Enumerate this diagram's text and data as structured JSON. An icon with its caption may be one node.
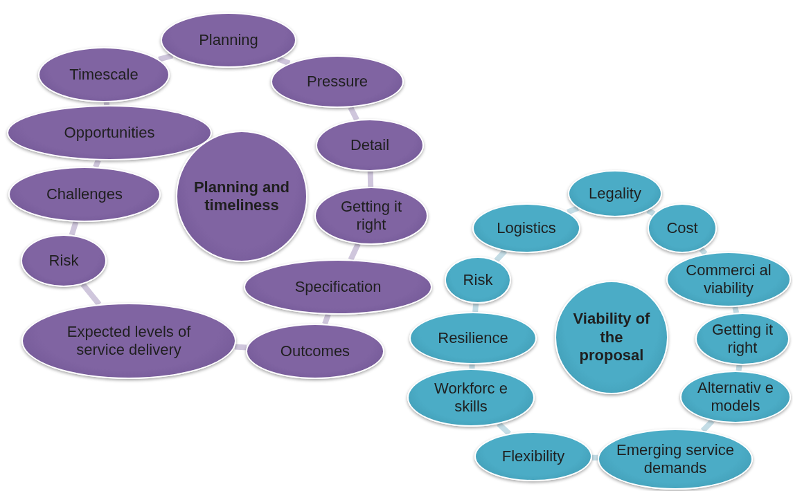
{
  "diagram": {
    "nodes": [
      {
        "text": [
          "Planning"
        ]
      },
      {
        "text": [
          "Pressure"
        ]
      },
      {
        "text": [
          "Detail"
        ]
      },
      {
        "text": [
          "Getting it right"
        ]
      },
      {
        "text": [
          "Specification"
        ]
      },
      {
        "text": [
          "Outcomes"
        ]
      },
      {
        "text": [
          "Expected levels of service delivery"
        ]
      },
      {
        "text": [
          "Risk"
        ]
      },
      {
        "text": [
          "Challenges"
        ]
      },
      {
        "text": [
          "Opportunities"
        ]
      },
      {
        "text": [
          "Timescale"
        ]
      },
      {
        "text": [
          "Planning and timeliness"
        ]
      },
      {
        "text": [
          "Legality"
        ]
      },
      {
        "text": [
          "Cost"
        ]
      },
      {
        "text": [
          "Commerci al viability"
        ]
      },
      {
        "text": [
          "Getting it right"
        ]
      },
      {
        "text": [
          "Alternativ e models"
        ]
      },
      {
        "text": [
          "Emerging service demands"
        ]
      },
      {
        "text": [
          "Flexibility"
        ]
      },
      {
        "text": [
          "Workforc e skills"
        ]
      },
      {
        "text": [
          "Resilience"
        ]
      },
      {
        "text": [
          "Risk"
        ]
      },
      {
        "text": [
          "Logistics"
        ]
      },
      {
        "text": [
          "Viability of the proposal"
        ]
      }
    ],
    "edges": [
      {
        "from": 0,
        "to": 1,
        "arrow": "none"
      },
      {
        "from": 1,
        "to": 2,
        "arrow": "none"
      },
      {
        "from": 2,
        "to": 3,
        "arrow": "none"
      },
      {
        "from": 3,
        "to": 4,
        "arrow": "none"
      },
      {
        "from": 4,
        "to": 5,
        "arrow": "none"
      },
      {
        "from": 5,
        "to": 6,
        "arrow": "none"
      },
      {
        "from": 6,
        "to": 7,
        "arrow": "none"
      },
      {
        "from": 7,
        "to": 8,
        "arrow": "none"
      },
      {
        "from": 8,
        "to": 9,
        "arrow": "none"
      },
      {
        "from": 9,
        "to": 10,
        "arrow": "none"
      },
      {
        "from": 10,
        "to": 0,
        "arrow": "none"
      },
      {
        "from": 12,
        "to": 13,
        "arrow": "none"
      },
      {
        "from": 13,
        "to": 14,
        "arrow": "none"
      },
      {
        "from": 14,
        "to": 15,
        "arrow": "none"
      },
      {
        "from": 15,
        "to": 16,
        "arrow": "none"
      },
      {
        "from": 16,
        "to": 17,
        "arrow": "none"
      },
      {
        "from": 17,
        "to": 18,
        "arrow": "none"
      },
      {
        "from": 18,
        "to": 19,
        "arrow": "none"
      },
      {
        "from": 19,
        "to": 20,
        "arrow": "none"
      },
      {
        "from": 20,
        "to": 21,
        "arrow": "none"
      },
      {
        "from": 21,
        "to": 22,
        "arrow": "none"
      },
      {
        "from": 22,
        "to": 12,
        "arrow": "none"
      }
    ]
  }
}
